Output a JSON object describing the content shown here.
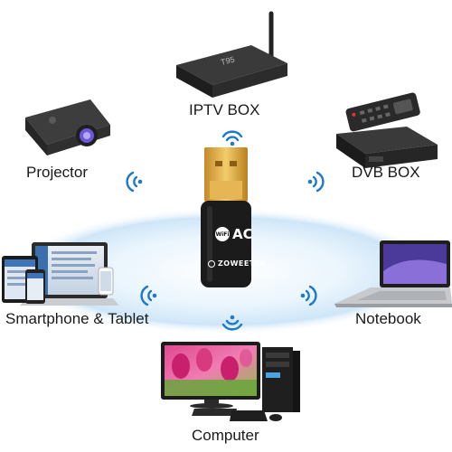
{
  "devices": {
    "iptv": {
      "label": "IPTV BOX"
    },
    "projector": {
      "label": "Projector"
    },
    "dvb": {
      "label": "DVB BOX"
    },
    "mobile": {
      "label": "Smartphone & Tablet"
    },
    "notebook": {
      "label": "Notebook"
    },
    "computer": {
      "label": "Computer"
    }
  },
  "adapter": {
    "brand": "ZOWEETEK",
    "wifi_badge": "WiFi",
    "standard": "AC"
  },
  "colors": {
    "signal": "#1f78c8",
    "halo": "#d7ebfa",
    "adapter_body": "#1b1b1b",
    "connector": "#d9a441"
  },
  "icons": [
    "wifi-signal-icon",
    "usb-connector-icon",
    "wifi-logo-icon",
    "brand-logo-icon"
  ]
}
